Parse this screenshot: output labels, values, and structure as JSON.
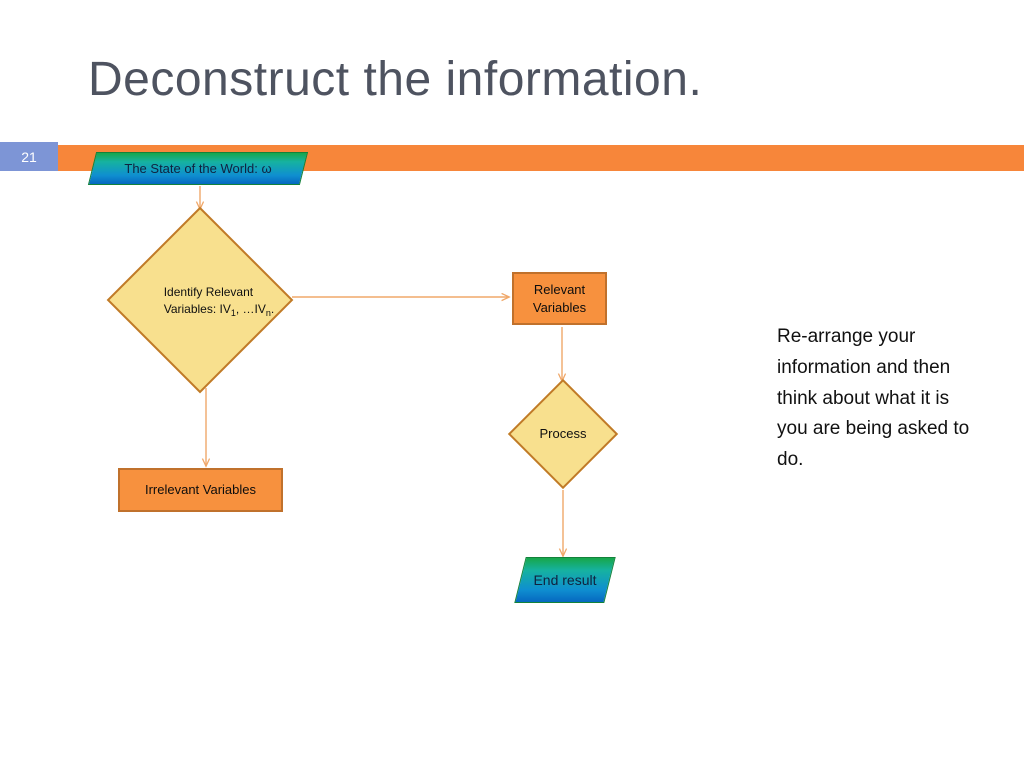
{
  "slide": {
    "title": "Deconstruct the information.",
    "page_number": "21",
    "title_color": "#4e5360",
    "band_color": "#f7863a",
    "badge_color": "#7d95d6"
  },
  "flowchart": {
    "type": "flowchart",
    "nodes": [
      {
        "id": "state-of-world",
        "shape": "parallelogram",
        "label": "The State of the World: ω",
        "fill": "green-blue-gradient",
        "text_color": "#10223f"
      },
      {
        "id": "identify-diamond",
        "shape": "diamond",
        "label_line1": "Identify Relevant",
        "label_line2_pre": "Variables: IV",
        "label_line2_sub1": "1",
        "label_line2_mid": ", …IV",
        "label_line2_sub2": "n",
        "label_line2_post": ".",
        "fill": "#f8e08e",
        "stroke": "#c07a28"
      },
      {
        "id": "relevant-variables",
        "shape": "rectangle",
        "label": "Relevant Variables",
        "fill": "#f7913e",
        "stroke": "#c0712c"
      },
      {
        "id": "irrelevant-variables",
        "shape": "rectangle",
        "label": "Irrelevant Variables",
        "fill": "#f7913e",
        "stroke": "#c0712c"
      },
      {
        "id": "process-diamond",
        "shape": "diamond",
        "label": "Process",
        "fill": "#f8e08e",
        "stroke": "#c07a28"
      },
      {
        "id": "end-result",
        "shape": "parallelogram",
        "label": "End result",
        "fill": "green-blue-gradient",
        "text_color": "#10223f"
      }
    ],
    "edges": [
      {
        "from": "state-of-world",
        "to": "identify-diamond",
        "direction": "down"
      },
      {
        "from": "identify-diamond",
        "to": "relevant-variables",
        "direction": "right"
      },
      {
        "from": "identify-diamond",
        "to": "irrelevant-variables",
        "direction": "down"
      },
      {
        "from": "relevant-variables",
        "to": "process-diamond",
        "direction": "down"
      },
      {
        "from": "process-diamond",
        "to": "end-result",
        "direction": "down"
      }
    ],
    "edge_color": "#f0a86a"
  },
  "note": {
    "text": "Re-arrange your information and then think about what it is you are being asked to do."
  }
}
